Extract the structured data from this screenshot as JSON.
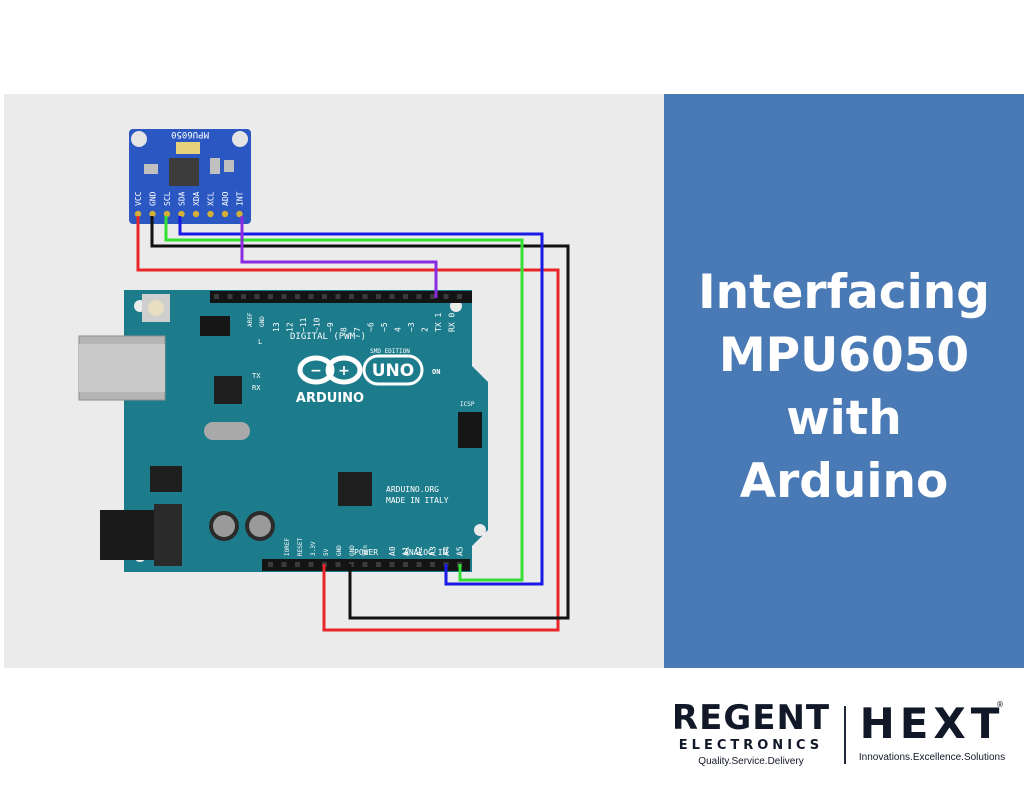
{
  "title": {
    "lines": [
      "Interfacing",
      "MPU6050",
      "with",
      "Arduino"
    ]
  },
  "mpu_module": {
    "label": "MPU6050",
    "pins": [
      "VCC",
      "GND",
      "SCL",
      "SDA",
      "XDA",
      "XCL",
      "ADO",
      "INT"
    ]
  },
  "arduino": {
    "brand": "ARDUINO",
    "model": "UNO",
    "edition": "SMD EDITION",
    "site": "ARDUINO.ORG",
    "origin": "MADE IN ITALY",
    "digital_label": "DIGITAL (PWM~)",
    "power_label": "POWER",
    "analog_label": "ANALOG IN",
    "on_label": "ON",
    "icsp_label": "ICSP",
    "aref": "AREF",
    "gnd_top": "GND",
    "digital_pins": [
      "13",
      "12",
      "~11",
      "~10",
      "~9",
      "8",
      "7",
      "~6",
      "~5",
      "4",
      "~3",
      "2",
      "TX 1",
      "RX 0"
    ],
    "power_pins": [
      "IOREF",
      "RESET",
      "3.3V",
      "5V",
      "GND",
      "GND",
      "Vin"
    ],
    "analog_pins": [
      "A0",
      "A1",
      "A2",
      "A3",
      "A4",
      "A5"
    ],
    "led_labels": [
      "L",
      "TX",
      "RX"
    ]
  },
  "wire_colors": {
    "vcc": "#e8262a",
    "gnd": "#111111",
    "scl": "#33e033",
    "sda": "#1a1ae6",
    "int": "#8a2be2"
  },
  "colors": {
    "panel_bg": "#ebebeb",
    "title_bg": "#4a7ab5",
    "board": "#1d7c8c",
    "mpu_board": "#2a57c2"
  },
  "logos": {
    "regent": {
      "name": "REGENT",
      "sub": "ELECTRONICS",
      "tagline": "Quality.Service.Delivery"
    },
    "hext": {
      "name": "HEXT",
      "reg": "®",
      "tagline": "Innovations.Excellence.Solutions"
    }
  }
}
